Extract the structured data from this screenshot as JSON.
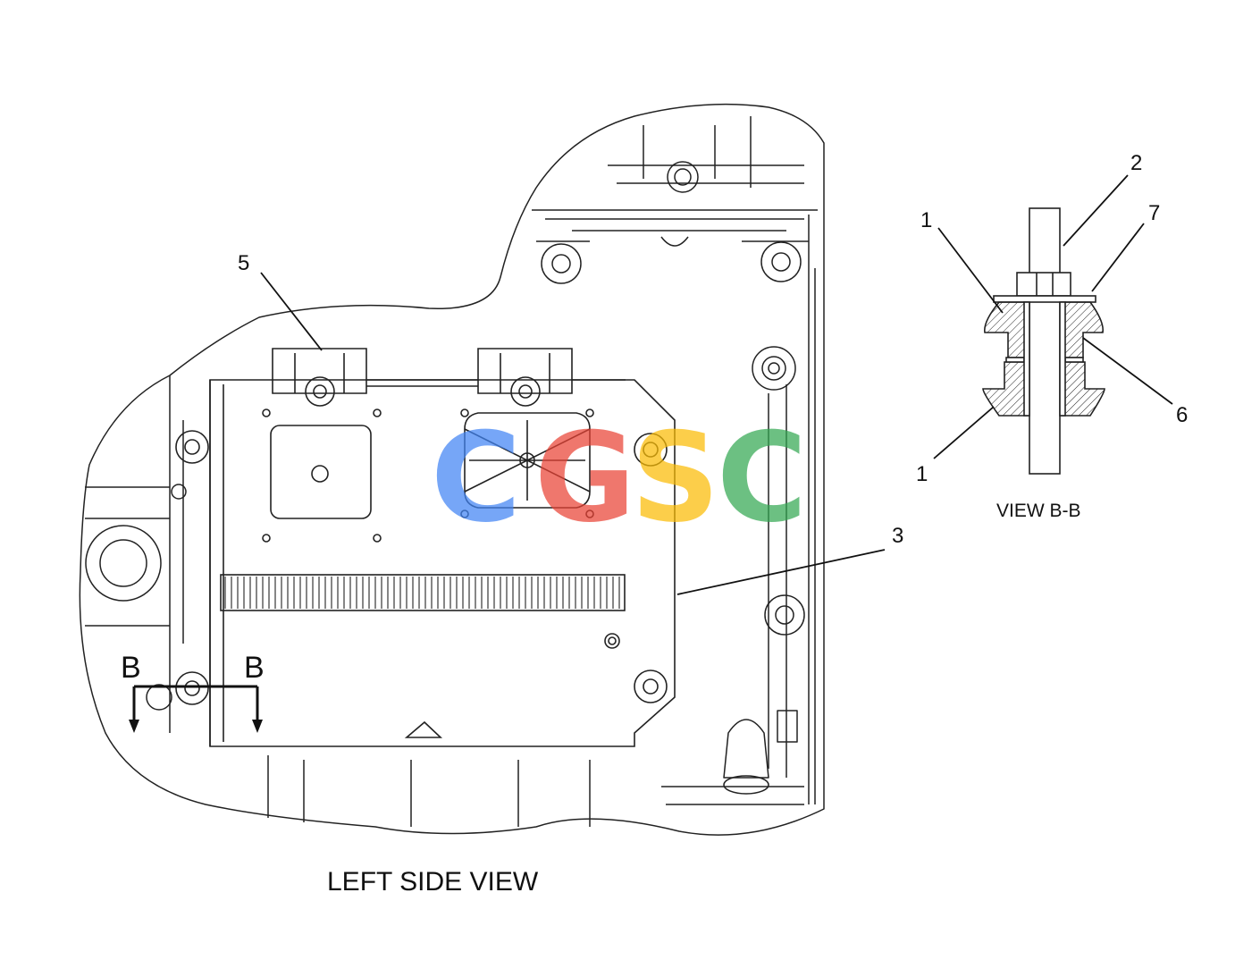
{
  "diagram": {
    "main_caption": "LEFT SIDE VIEW",
    "section_caption": "VIEW B-B",
    "section_markers": [
      "B",
      "B"
    ],
    "callouts_main": [
      "5",
      "3"
    ],
    "callouts_section": [
      "1",
      "2",
      "7",
      "6",
      "1"
    ]
  },
  "watermark": {
    "letters": [
      "C",
      "G",
      "S",
      "C"
    ],
    "colors": [
      "#4285F4",
      "#EA4335",
      "#FBBC05",
      "#34A853"
    ]
  }
}
